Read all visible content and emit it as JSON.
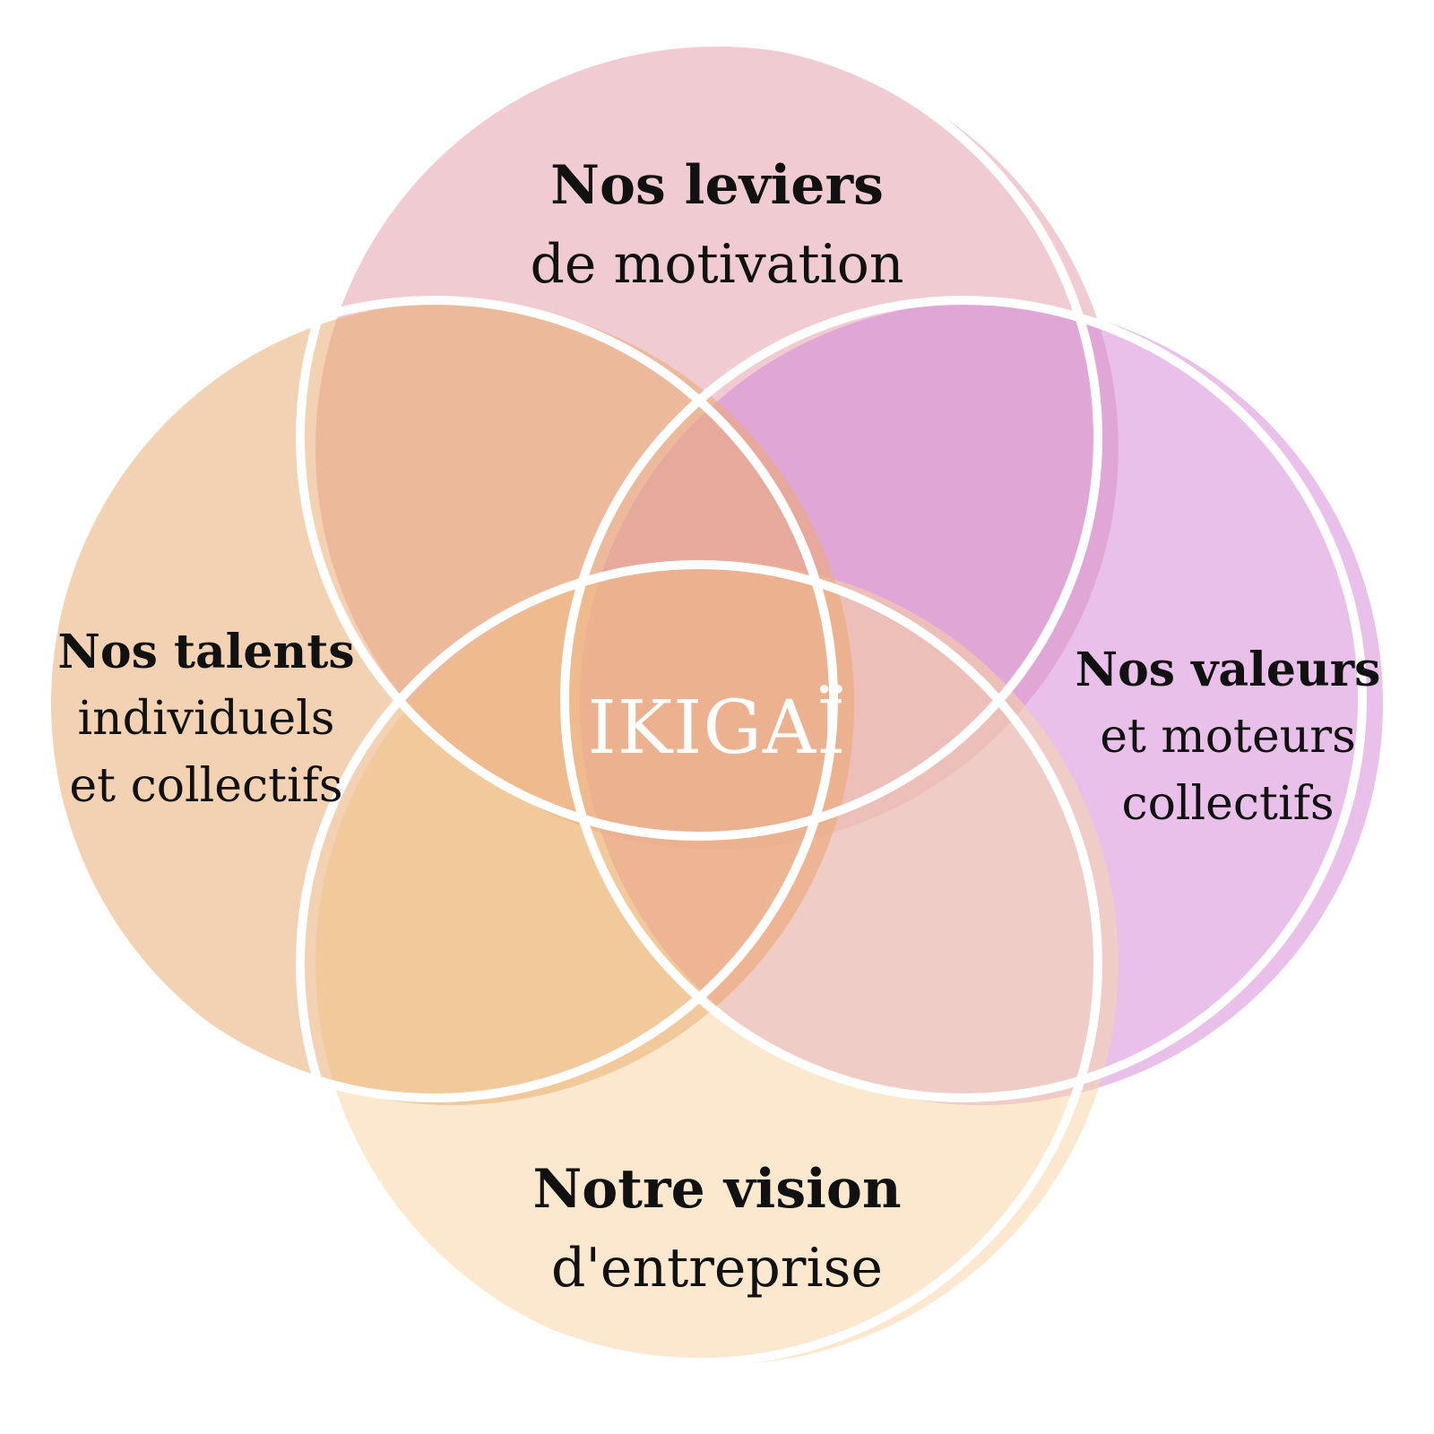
{
  "center": {
    "text": "IKIGAÏ"
  },
  "circles": {
    "top": {
      "title": "Nos leviers",
      "subtitle": [
        "de motivation"
      ],
      "color": "#f0cbd1"
    },
    "left": {
      "title": "Nos talents",
      "subtitle": [
        "individuels",
        "et collectifs"
      ],
      "color": "#f3d2b4"
    },
    "right": {
      "title": "Nos valeurs",
      "subtitle": [
        "et moteurs",
        "collectifs"
      ],
      "color": "#e8c0e9"
    },
    "bottom": {
      "title": "Notre vision",
      "subtitle": [
        "d'entreprise"
      ],
      "color": "#fbe8cf"
    }
  },
  "overlap_colors": {
    "top_left": "#edb99b",
    "top_right": "#e0a6d6",
    "bottom_left": "#f2c99a",
    "bottom_right": "#efccc5",
    "top_center": "#e6a99b",
    "bottom_center": "#edb593",
    "right_center": "#ecc0b9",
    "left_center": "#efbb8e",
    "core": "#ecb18e"
  },
  "outline_color": "#ffffff"
}
